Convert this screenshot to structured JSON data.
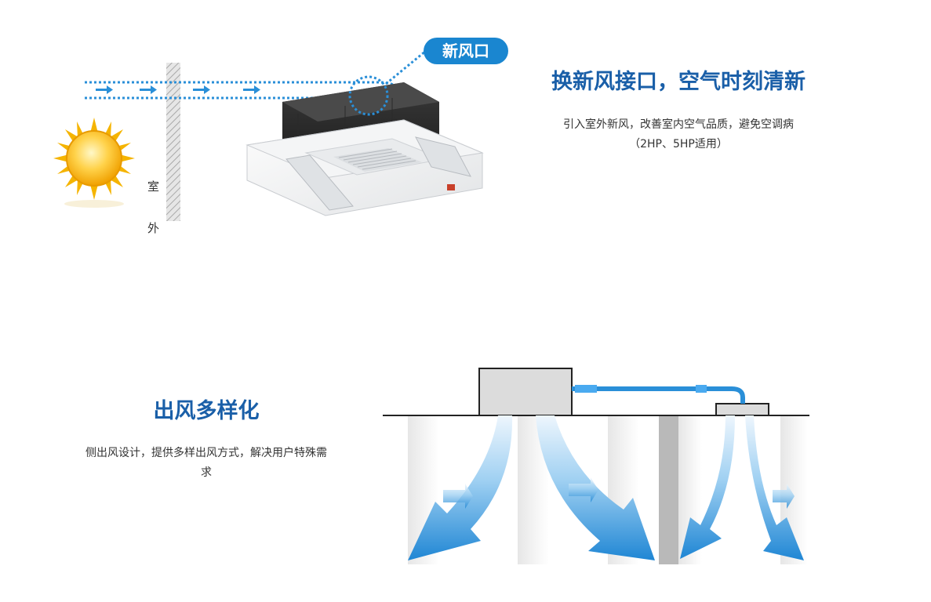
{
  "fresh_air": {
    "badge": "新风口",
    "wall_label_1": "室",
    "wall_label_2": "外",
    "title": "换新风接口，空气时刻清新",
    "desc_line1": "引入室外新风，改善室内空气品质，避免空调病",
    "desc_line2": "（2HP、5HP适用）"
  },
  "air_outlet": {
    "title": "出风多样化",
    "desc_line1": "侧出风设计，提供多样出风方式，解决用户特殊需",
    "desc_line2": "求"
  },
  "colors": {
    "title_blue": "#1a5fa8",
    "badge_blue": "#1a86d0",
    "arrow_blue": "#2a8fd8"
  },
  "icons": [
    "sun-icon",
    "arrow-right-icon",
    "airflow-arrow-icon"
  ]
}
